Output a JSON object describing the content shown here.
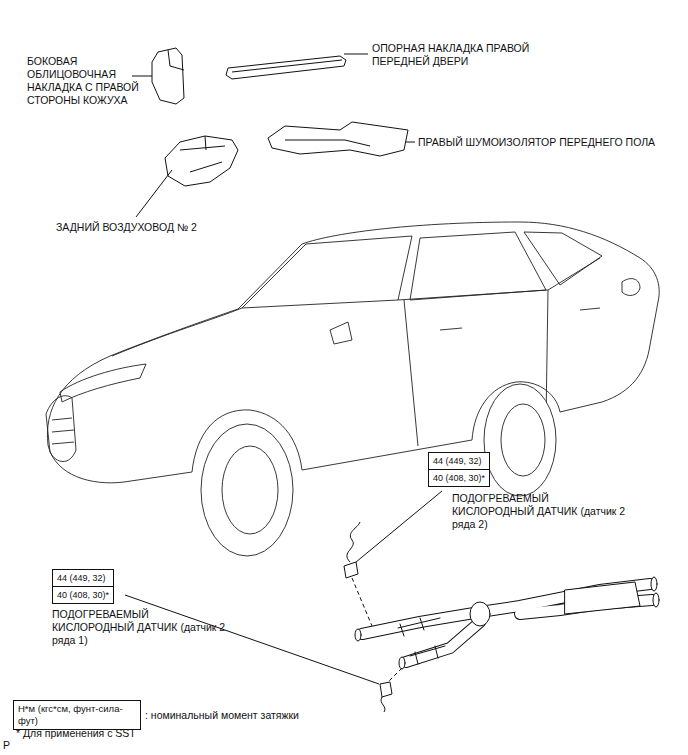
{
  "diagram": {
    "nodes": [
      {
        "text": [
          "44 (449, 32)",
          "40 (408, 30)*"
        ]
      },
      {
        "text": [
          "44 (449, 32)",
          "40 (408, 30)*"
        ]
      },
      {
        "text": [
          "Н*м (кгс*см, фунт-сила-фут)"
        ]
      }
    ],
    "labels": [
      "БОКОВАЯ ОБЛИЦОВОЧНАЯ НАКЛАДКА С ПРАВОЙ СТОРОНЫ КОЖУХА",
      "ОПОРНАЯ НАКЛАДКА ПРАВОЙ ПЕРЕДНЕЙ ДВЕРИ",
      "ПРАВЫЙ ШУМОИЗОЛЯТОР ПЕРЕДНЕГО ПОЛА",
      "ЗАДНИЙ ВОЗДУХОВОД № 2",
      "ПОДОГРЕВАЕМЫЙ КИСЛОРОДНЫЙ ДАТЧИК (датчик 2 ряда 2)",
      "ПОДОГРЕВАЕМЫЙ КИСЛОРОДНЫЙ ДАТЧИК (датчик 2 ряда 1)",
      ": номинальный момент затяжки",
      "* Для применения с SST",
      "P"
    ]
  }
}
